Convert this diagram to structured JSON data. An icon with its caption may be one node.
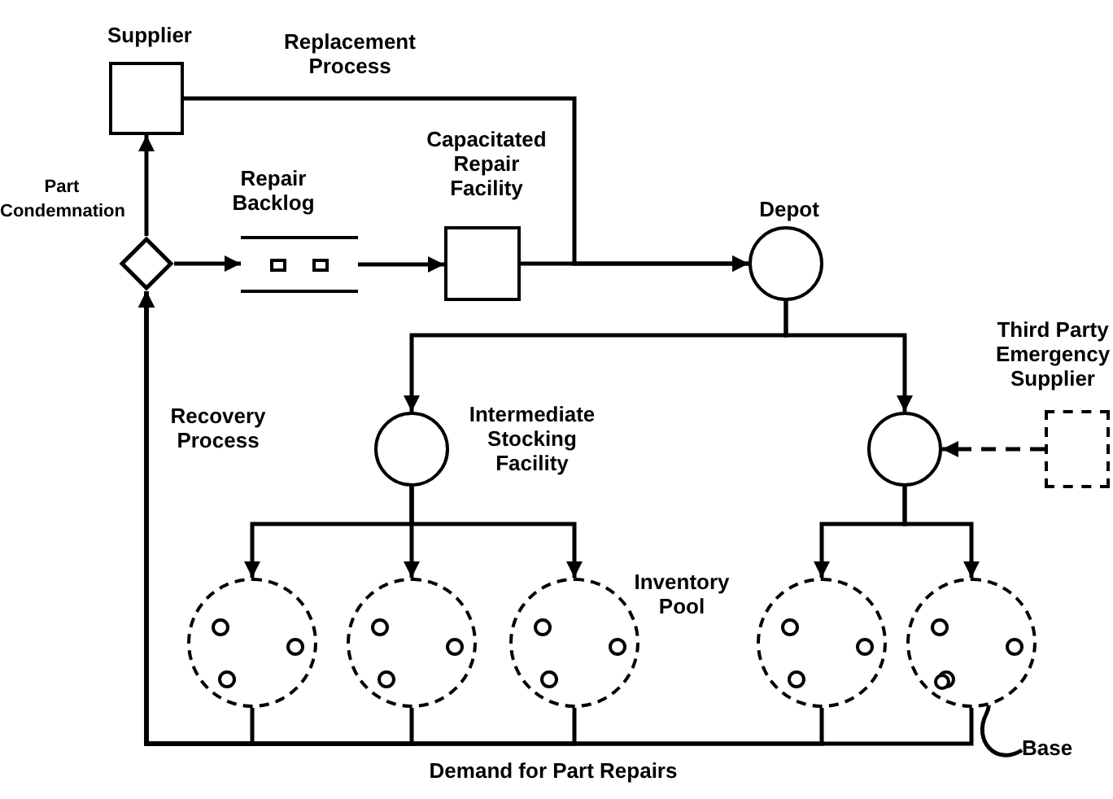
{
  "diagram": {
    "nodes": [
      {
        "text": [
          "Supplier"
        ]
      },
      {
        "text": [],
        "shape": "diamond",
        "beside": [
          "Part Condemnation"
        ]
      },
      {
        "text": [
          "Repair Backlog"
        ]
      },
      {
        "text": [
          "Capacitated Repair Facility"
        ]
      },
      {
        "text": [
          "Depot"
        ]
      },
      {
        "text": [
          "Intermediate Stocking Facility"
        ]
      },
      {
        "text": [],
        "shape": "circle"
      },
      {
        "text": [
          "Third Party Emergency Supplier"
        ]
      },
      {
        "text": [],
        "shape": "circle"
      },
      {
        "text": [],
        "shape": "circle"
      },
      {
        "text": [],
        "shape": "circle"
      },
      {
        "text": [],
        "shape": "circle"
      },
      {
        "text": [],
        "shape": "circle"
      },
      {
        "text": [],
        "shape": "circle",
        "in": 12
      },
      {
        "text": [
          "Base"
        ]
      }
    ],
    "edges": [
      {
        "from": 1,
        "to": 0,
        "arrow": "to"
      },
      {
        "from": 1,
        "to": 2,
        "arrow": "to"
      },
      {
        "from": 2,
        "to": 3,
        "arrow": "to"
      },
      {
        "from": 3,
        "to": 4,
        "arrow": "to"
      },
      {
        "from": 0,
        "to": 4,
        "arrow": "to"
      },
      {
        "from": 4,
        "to": 5,
        "arrow": "to"
      },
      {
        "from": 4,
        "to": 6,
        "arrow": "to"
      },
      {
        "from": 7,
        "to": 6,
        "arrow": "to",
        "style": "dashed"
      },
      {
        "from": 5,
        "to": 8,
        "arrow": "to"
      },
      {
        "from": 5,
        "to": 9,
        "arrow": "to"
      },
      {
        "from": 5,
        "to": 10,
        "arrow": "to"
      },
      {
        "from": 6,
        "to": 11,
        "arrow": "to"
      },
      {
        "from": 6,
        "to": 12,
        "arrow": "to"
      },
      {
        "from": 8,
        "to": 1,
        "arrow": "to"
      },
      {
        "from": 9,
        "to": 1,
        "arrow": "to"
      },
      {
        "from": 10,
        "to": 1,
        "arrow": "to"
      },
      {
        "from": 11,
        "to": 1,
        "arrow": "to"
      },
      {
        "from": 12,
        "to": 1,
        "arrow": "to"
      },
      {
        "from": 14,
        "to": 13,
        "arrow": "to"
      }
    ],
    "labels": [
      "Replacement Process",
      "Recovery Process",
      "Inventory Pool",
      "Demand for Part Repairs"
    ]
  }
}
